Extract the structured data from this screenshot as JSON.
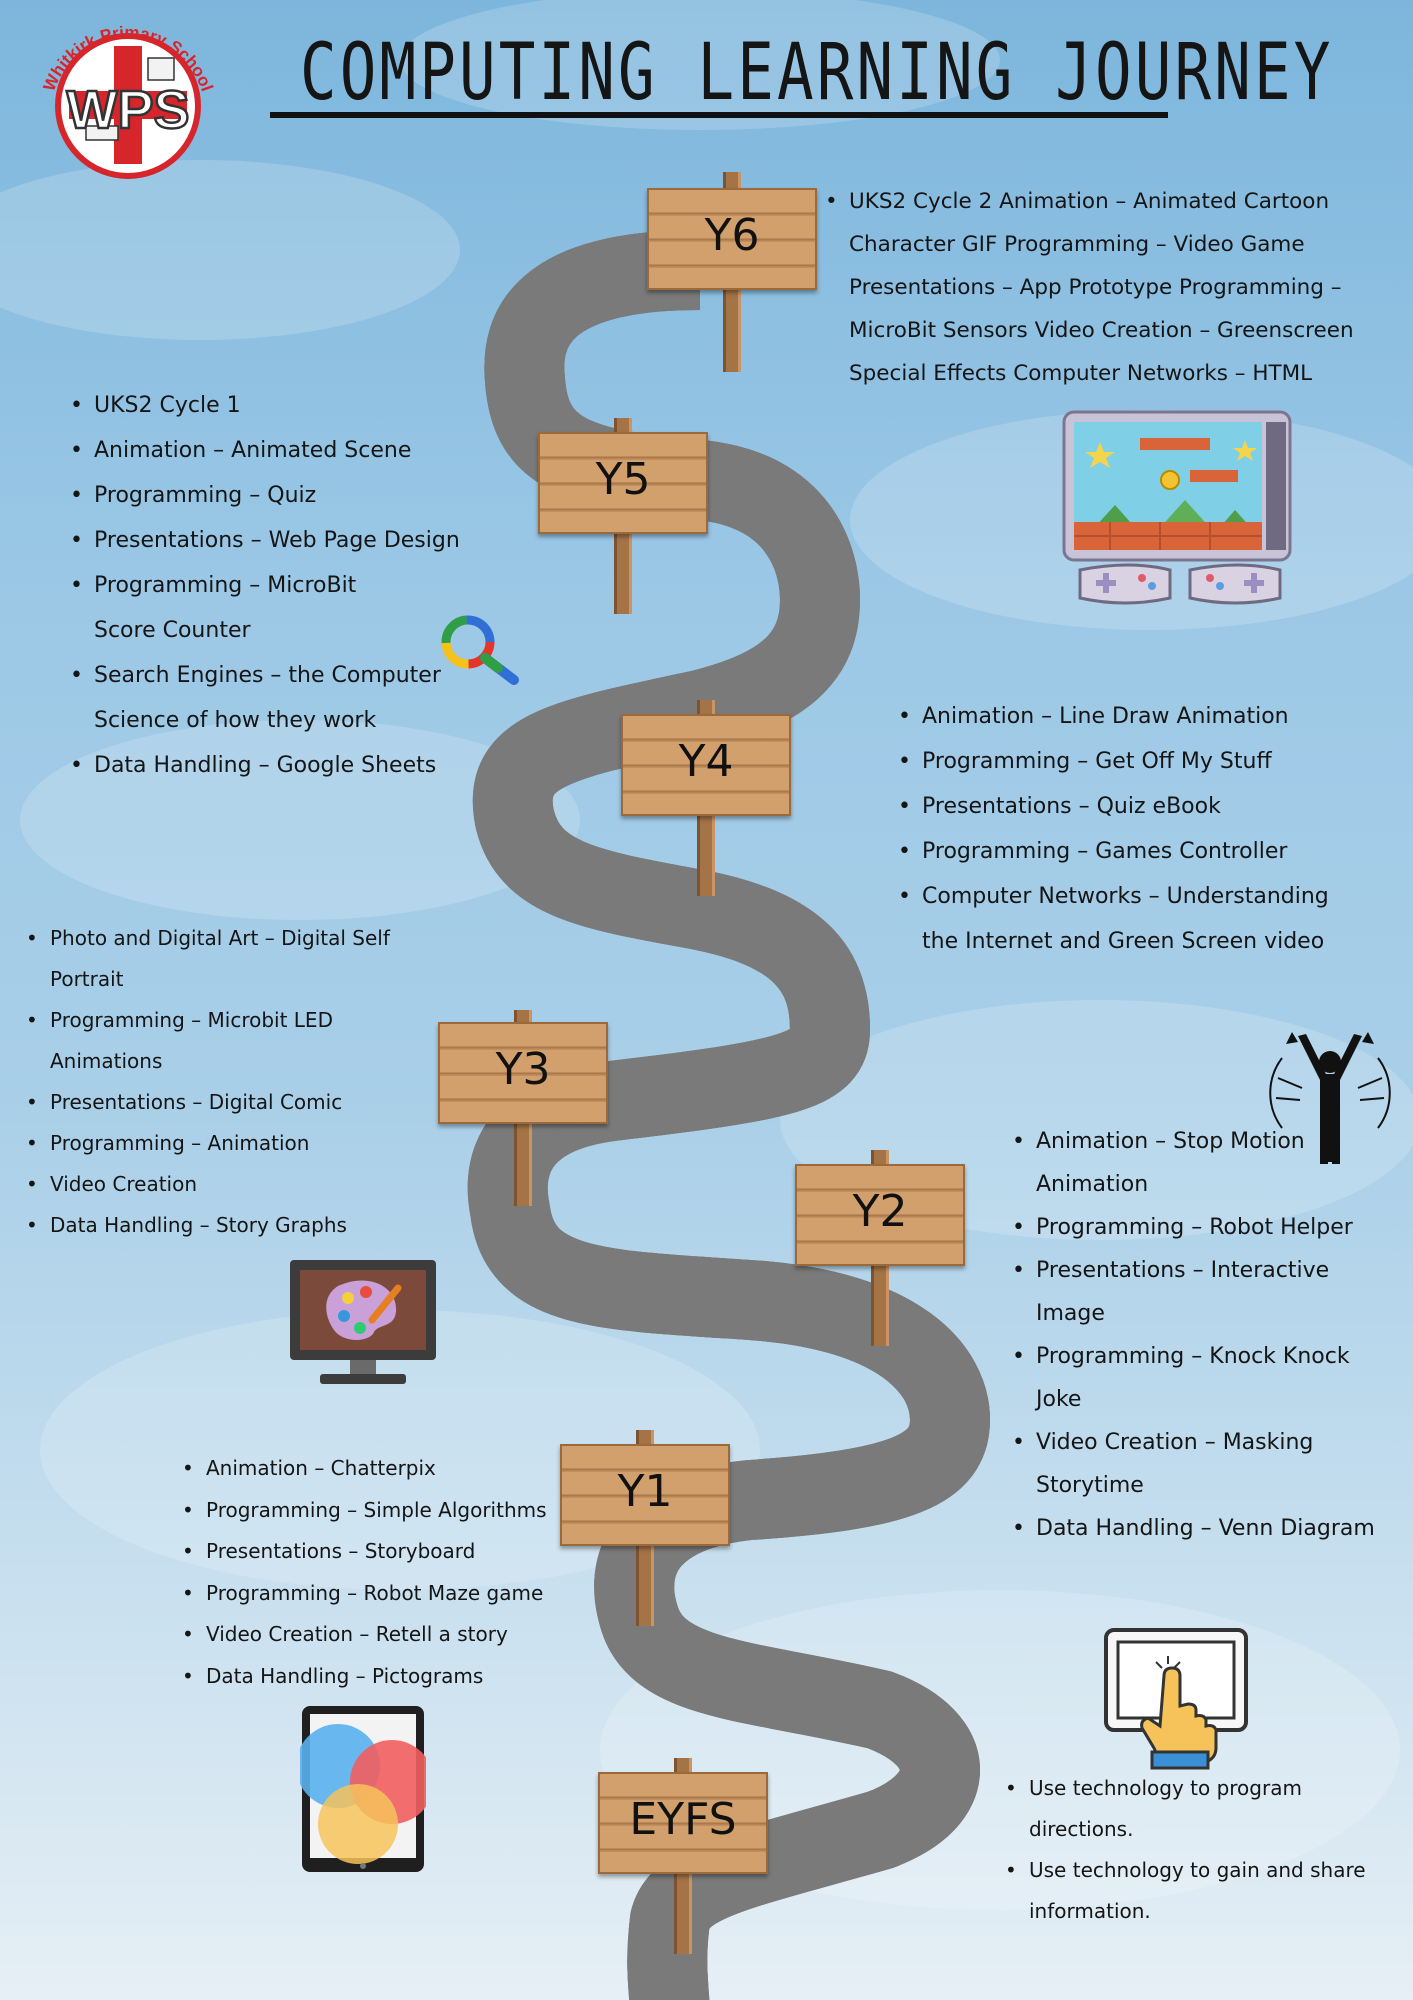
{
  "header": {
    "title": "COMPUTING LEARNING JOURNEY",
    "school_name": "Whitkirk Primary School",
    "logo_letters": "WPS"
  },
  "signs": {
    "y6": "Y6",
    "y5": "Y5",
    "y4": "Y4",
    "y3": "Y3",
    "y2": "Y2",
    "y1": "Y1",
    "eyfs": "EYFS"
  },
  "y6": {
    "lines": [
      "UKS2 Cycle 2 Animation – Animated Cartoon",
      "Character GIF Programming – Video Game",
      "Presentations – App Prototype Programming –",
      "MicroBit Sensors Video Creation – Greenscreen",
      "Special Effects Computer Networks – HTML"
    ]
  },
  "y5": {
    "items": [
      "UKS2 Cycle 1",
      "Animation – Animated Scene",
      "Programming – Quiz",
      "Presentations – Web Page Design",
      "Programming – MicroBit Score Counter",
      "Search Engines – the Computer Science of how they work",
      "Data Handling – Google Sheets"
    ]
  },
  "y4": {
    "items": [
      "Animation – Line Draw Animation",
      "Programming – Get Off My Stuff",
      "Presentations – Quiz eBook",
      "Programming – Games Controller",
      "Computer Networks – Understanding the Internet and Green Screen video"
    ]
  },
  "y3": {
    "items": [
      "Photo and Digital Art – Digital Self Portrait",
      "Programming – Microbit LED Animations",
      "Presentations – Digital Comic",
      "Programming – Animation",
      "Video Creation",
      "Data Handling – Story Graphs"
    ]
  },
  "y2": {
    "items": [
      "Animation – Stop Motion Animation",
      "Programming – Robot Helper",
      "Presentations – Interactive Image",
      "Programming – Knock Knock Joke",
      "Video Creation – Masking Storytime",
      "Data Handling – Venn Diagram"
    ]
  },
  "y1": {
    "items": [
      "Animation – Chatterpix",
      "Programming – Simple Algorithms",
      "Presentations – Storyboard",
      "Programming – Robot Maze game",
      "Video Creation – Retell a story",
      "Data Handling – Pictograms"
    ]
  },
  "eyfs": {
    "items": [
      "Use technology to program directions.",
      "Use technology to gain and share information."
    ]
  },
  "icons": {
    "game": "retro-game-console-icon",
    "search": "magnifying-glass-icon",
    "person": "stretching-person-icon",
    "art": "paint-palette-monitor-icon",
    "tablet": "tablet-icon",
    "touch": "touch-screen-hand-icon"
  },
  "colors": {
    "road": "#808080",
    "road_dash": "#ffffff",
    "wood": "#d2a06c",
    "logo_red": "#d6262c"
  }
}
